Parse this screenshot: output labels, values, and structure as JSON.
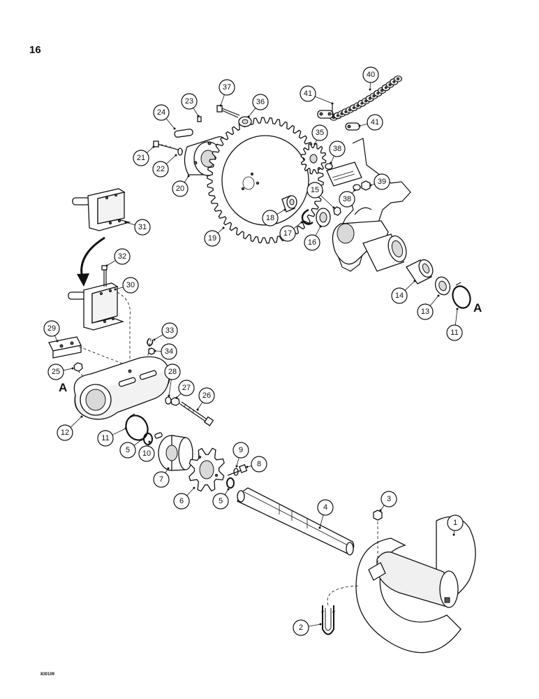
{
  "page_number": "16",
  "figure_code": "830109",
  "view_letters": [
    "A",
    "A"
  ],
  "callouts": [
    "1",
    "2",
    "3",
    "4",
    "5",
    "5",
    "6",
    "7",
    "8",
    "9",
    "10",
    "11",
    "11",
    "12",
    "13",
    "14",
    "15",
    "16",
    "17",
    "18",
    "19",
    "20",
    "21",
    "22",
    "23",
    "24",
    "25",
    "26",
    "27",
    "28",
    "29",
    "30",
    "31",
    "32",
    "33",
    "34",
    "35",
    "36",
    "37",
    "38",
    "38",
    "39",
    "40",
    "41",
    "41"
  ]
}
